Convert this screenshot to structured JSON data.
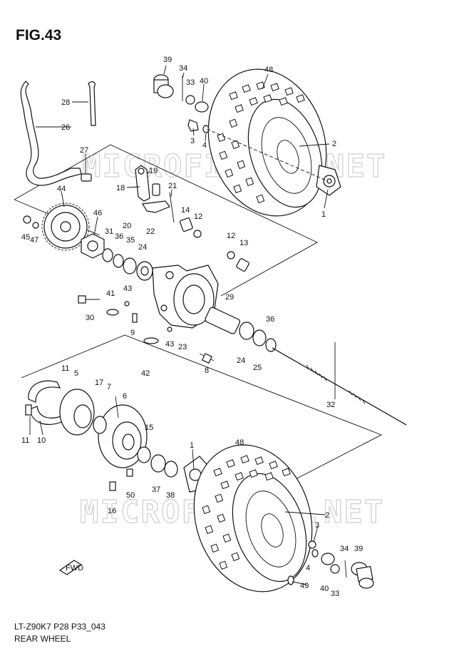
{
  "figure": {
    "title": "FIG.43",
    "code": "LT-Z90K7 P28 P33_043",
    "name": "REAR WHEEL"
  },
  "watermark": "MICROFICHES.NET",
  "direction_marker": "FWD",
  "callouts": {
    "c39a": "39",
    "c34a": "34",
    "c33a": "33",
    "c40a": "40",
    "c48a": "48",
    "c28": "28",
    "c26": "26",
    "c3a": "3",
    "c4a": "4",
    "c2a": "2",
    "c1a": "1",
    "c27": "27",
    "c19": "19",
    "c18": "18",
    "c21": "21",
    "c14": "14",
    "c12a": "12",
    "c22": "22",
    "c20": "20",
    "c44": "44",
    "c46": "46",
    "c45": "45",
    "c47": "47",
    "c31": "31",
    "c36a": "36",
    "c35": "35",
    "c24a": "24",
    "c12b": "12",
    "c13": "13",
    "c41": "41",
    "c43a": "43",
    "c30": "30",
    "c29": "29",
    "c9": "9",
    "c43b": "43",
    "c36b": "36",
    "c23": "23",
    "c42": "42",
    "c8": "8",
    "c24b": "24",
    "c25": "25",
    "c11a": "11",
    "c5": "5",
    "c17": "17",
    "c7": "7",
    "c6": "6",
    "c32": "32",
    "c11b": "11",
    "c10": "10",
    "c15": "15",
    "c1b": "1",
    "c48b": "48",
    "c50": "50",
    "c37": "37",
    "c38": "38",
    "c16": "16",
    "c2b": "2",
    "c3b": "3",
    "c4b": "4",
    "c34b": "34",
    "c39b": "39",
    "c40b": "40",
    "c33b": "33",
    "c49": "49"
  }
}
